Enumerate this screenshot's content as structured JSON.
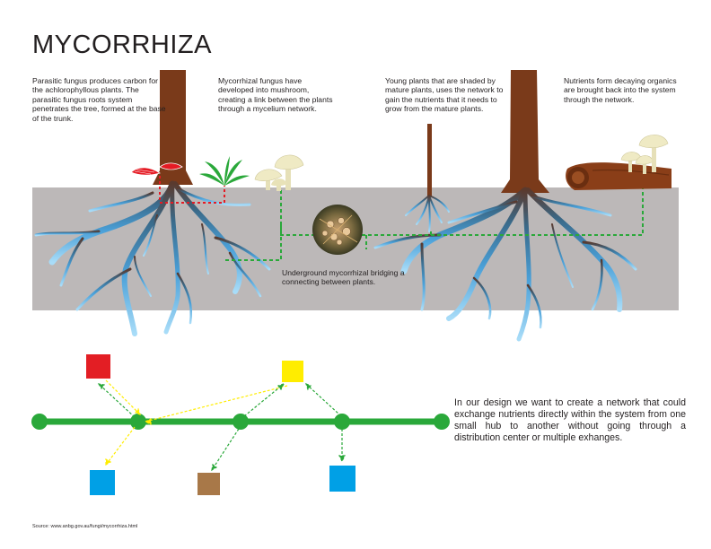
{
  "title": "MYCORRHIZA",
  "captions": {
    "parasitic": "Parasitic fungus produces carbon for the achlorophyllous plants. The parasitic fungus roots system penetrates the tree, formed at the base of the trunk.",
    "mushroom": "Mycorrhizal fungus have developed into mushroom, creating a link between the plants through a mycelium network.",
    "young_plants": "Young plants that are shaded by mature plants, uses the network to gain the nutrients that it needs to grow from the mature plants.",
    "nutrients": "Nutrients form decaying organics are brought back into the system through the network.",
    "underground": "Underground mycorrhizal bridging a connecting between plants."
  },
  "design_note": "In our design we want to create a network that could exchange nutrients directly within the system from one small hub to another without going through a distribution center or multiple exhanges.",
  "source": "Source: www.anbg.gov.au/fungi/mycorrhiza.html",
  "colors": {
    "soil": "#bcb8b8",
    "trunk": "#7a3a1a",
    "root_blue": "#6ab4e6",
    "network_green": "#2aa83a",
    "parasite_red": "#e51b24",
    "hub_red": "#e31e24",
    "hub_yellow": "#ffed00",
    "hub_blue": "#00a0e6",
    "hub_brown": "#a87848"
  },
  "icons": [
    "red-fungus-icon",
    "green-plant-icon",
    "mushroom-icon",
    "mycelium-photo-icon",
    "decaying-log-icon"
  ]
}
